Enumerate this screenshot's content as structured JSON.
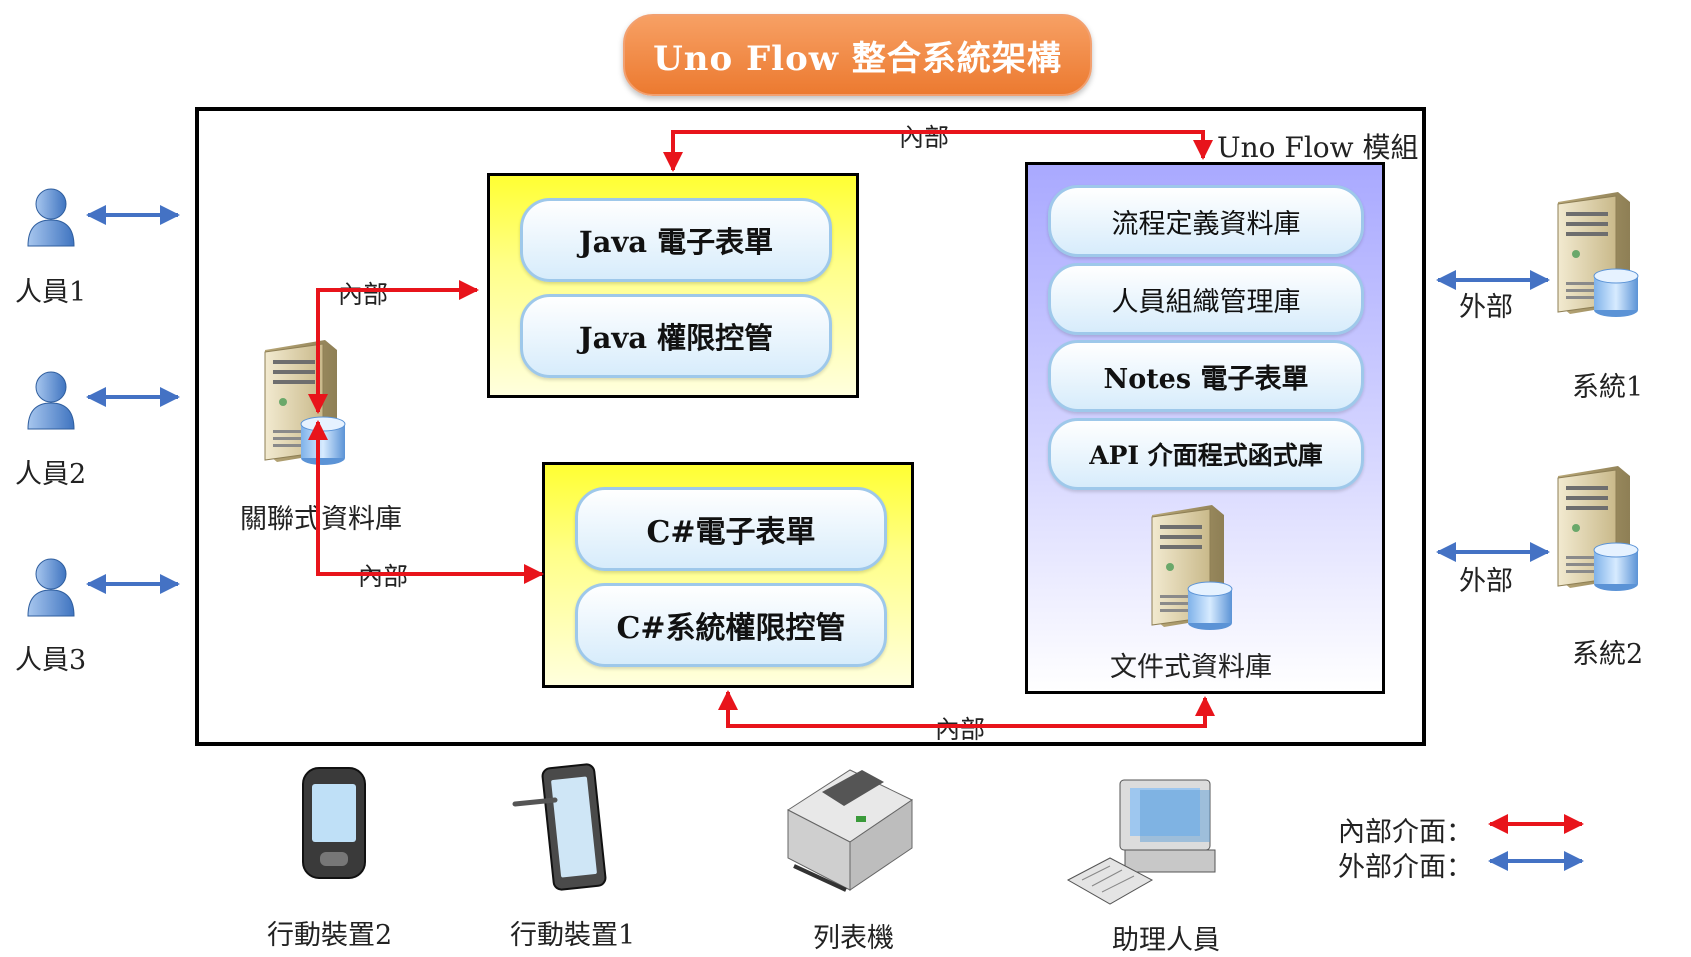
{
  "title": "Uno Flow 整合系統架構",
  "module_label": "Uno Flow 模組",
  "java_box": {
    "form": "Java 電子表單",
    "auth": "Java 權限控管"
  },
  "csharp_box": {
    "form": "C#電子表單",
    "auth": "C#系統權限控管"
  },
  "module_items": [
    "流程定義資料庫",
    "人員組織管理庫",
    "Notes 電子表單",
    "API 介面程式函式庫"
  ],
  "document_db": "文件式資料庫",
  "relational_db": "關聯式資料庫",
  "internal": "內部",
  "external": "外部",
  "people": [
    "人員1",
    "人員2",
    "人員3"
  ],
  "systems": [
    "系統1",
    "系統2"
  ],
  "devices": [
    "行動裝置2",
    "行動裝置1",
    "列表機",
    "助理人員"
  ],
  "legend": {
    "internal": "內部介面：",
    "external": "外部介面："
  },
  "colors": {
    "internal": "#e8141b",
    "external": "#4472c4",
    "title_bg": "#ef8a4a",
    "java_box": "#ffff33",
    "module_box": "#b3b3ff"
  },
  "icons": [
    "person-icon",
    "server-icon",
    "mobile-phone-icon",
    "tablet-icon",
    "printer-icon",
    "computer-icon"
  ]
}
